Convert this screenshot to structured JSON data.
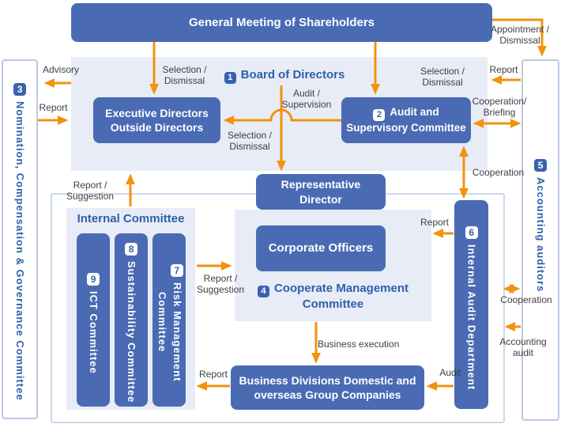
{
  "colors": {
    "node_blue": "#4a6bb4",
    "badge_blue": "#3a62ae",
    "panel_light": "#e8ecf6",
    "arrow_orange": "#f0930e",
    "title_blue": "#2d5fac",
    "label_gray": "#3f3f3f",
    "frame_border": "#ccd9ec"
  },
  "diagram": {
    "general_meeting": {
      "label": "General Meeting of Shareholders"
    },
    "board_panel": {
      "badge": "1",
      "title": "Board of Directors"
    },
    "executive_directors": {
      "line1": "Executive Directors",
      "line2": "Outside Directors"
    },
    "audit_committee": {
      "badge": "2",
      "line1": "Audit and",
      "line2": "Supervisory Committee"
    },
    "nomination_committee": {
      "badge": "3",
      "label": "Nomination, Compensation & Governance Committee"
    },
    "management_committee": {
      "badge": "4",
      "line1": "Cooperate Management",
      "line2": "Committee"
    },
    "accounting_auditors": {
      "badge": "5",
      "label": "Accounting auditors"
    },
    "internal_audit_department": {
      "badge": "6",
      "label": "Internal Audit Department"
    },
    "risk_management_committee": {
      "badge": "7",
      "line1": "Risk Management",
      "line2": "Committee"
    },
    "sustainability_committee": {
      "badge": "8",
      "label": "Sustainability Committee"
    },
    "ict_committee": {
      "badge": "9",
      "label": "ICT Committee"
    },
    "internal_committee": {
      "title": "Internal Committee"
    },
    "representative_director": {
      "line1": "Representative",
      "line2": "Director"
    },
    "corporate_officers": {
      "label": "Corporate Officers"
    },
    "business_divisions": {
      "line1": "Business Divisions Domestic and",
      "line2": "overseas Group Companies"
    }
  },
  "arrow_labels": {
    "selection_dismissal_top_left": {
      "line1": "Selection /",
      "line2": "Dismissal"
    },
    "selection_dismissal_top_right": {
      "line1": "Selection /",
      "line2": "Dismissal"
    },
    "selection_dismissal_center": {
      "line1": "Selection /",
      "line2": "Dismissal"
    },
    "appointment_dismissal": {
      "line1": "Appointment /",
      "line2": "Dismissal"
    },
    "advisory": "Advisory",
    "report_nomination": "Report",
    "audit_supervision": {
      "line1": "Audit /",
      "line2": "Supervision"
    },
    "report_accounting": "Report",
    "cooperation_briefing": {
      "line1": "Cooperation/",
      "line2": "Briefing"
    },
    "cooperation_audit_committee": "Cooperation",
    "report_suggestion_board": {
      "line1": "Report /",
      "line2": "Suggestion"
    },
    "report_suggestion_management": {
      "line1": "Report /",
      "line2": "Suggestion"
    },
    "report_internal_audit": "Report",
    "business_execution": "Business execution",
    "report_business": "Report",
    "audit_business": "Audit",
    "cooperation_accounting": "Cooperation",
    "accounting_audit": {
      "line1": "Accounting",
      "line2": "audit"
    }
  }
}
